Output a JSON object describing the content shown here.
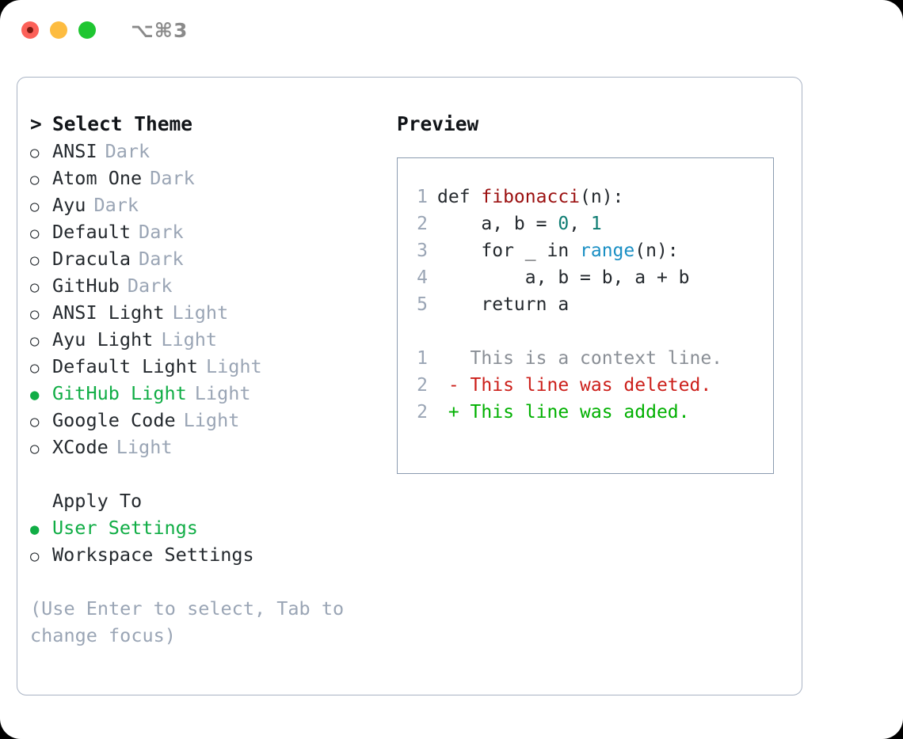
{
  "titlebar": {
    "shortcut": "⌥⌘3",
    "buttons": [
      "close",
      "minimize",
      "maximize"
    ]
  },
  "left": {
    "header_marker": ">",
    "header_label": "Select Theme",
    "themes": [
      {
        "marker": "○",
        "name": "ANSI",
        "variant": "Dark",
        "selected": false
      },
      {
        "marker": "○",
        "name": "Atom One",
        "variant": "Dark",
        "selected": false
      },
      {
        "marker": "○",
        "name": "Ayu",
        "variant": "Dark",
        "selected": false
      },
      {
        "marker": "○",
        "name": "Default",
        "variant": "Dark",
        "selected": false
      },
      {
        "marker": "○",
        "name": "Dracula",
        "variant": "Dark",
        "selected": false
      },
      {
        "marker": "○",
        "name": "GitHub",
        "variant": "Dark",
        "selected": false
      },
      {
        "marker": "○",
        "name": "ANSI Light",
        "variant": "Light",
        "selected": false
      },
      {
        "marker": "○",
        "name": "Ayu Light",
        "variant": "Light",
        "selected": false
      },
      {
        "marker": "○",
        "name": "Default Light",
        "variant": "Light",
        "selected": false
      },
      {
        "marker": "●",
        "name": "GitHub Light",
        "variant": "Light",
        "selected": true
      },
      {
        "marker": "○",
        "name": "Google Code",
        "variant": "Light",
        "selected": false
      },
      {
        "marker": "○",
        "name": "XCode",
        "variant": "Light",
        "selected": false
      }
    ],
    "apply_to_title": "Apply To",
    "apply_to": [
      {
        "marker": "●",
        "label": "User Settings",
        "selected": true
      },
      {
        "marker": "○",
        "label": "Workspace Settings",
        "selected": false
      }
    ],
    "hint": "(Use Enter to select, Tab to change focus)"
  },
  "right": {
    "preview_title": "Preview",
    "code_lines": [
      {
        "no": "1",
        "pre": "def ",
        "token": "fibonacci",
        "token_type": "fn",
        "post": "(n):"
      },
      {
        "no": "2",
        "pre": "    a, b = ",
        "token": "0",
        "token_type": "num",
        "post": ", 1"
      },
      {
        "no": "3",
        "pre": "    for _ in ",
        "token": "range",
        "token_type": "call",
        "post": "(n):"
      },
      {
        "no": "4",
        "pre": "        a, b = b, a + b",
        "token": "",
        "token_type": "",
        "post": ""
      },
      {
        "no": "5",
        "pre": "    return a",
        "token": "",
        "token_type": "",
        "post": ""
      }
    ],
    "diff_lines": [
      {
        "no": "1",
        "sign": " ",
        "text": "This is a context line.",
        "kind": "ctx"
      },
      {
        "no": "2",
        "sign": "-",
        "text": "This line was deleted.",
        "kind": "del"
      },
      {
        "no": "2",
        "sign": "+",
        "text": "This line was added.",
        "kind": "add"
      }
    ]
  },
  "colors": {
    "selection_green": "#10ad45",
    "diff_add": "#00b000",
    "diff_del": "#cc1f1a",
    "diff_ctx": "#8a8f96",
    "muted": "#9aa5b5",
    "fn": "#9b1010",
    "num": "#0e7c72",
    "call": "#1a8fc4",
    "border": "#a9b3c4"
  }
}
